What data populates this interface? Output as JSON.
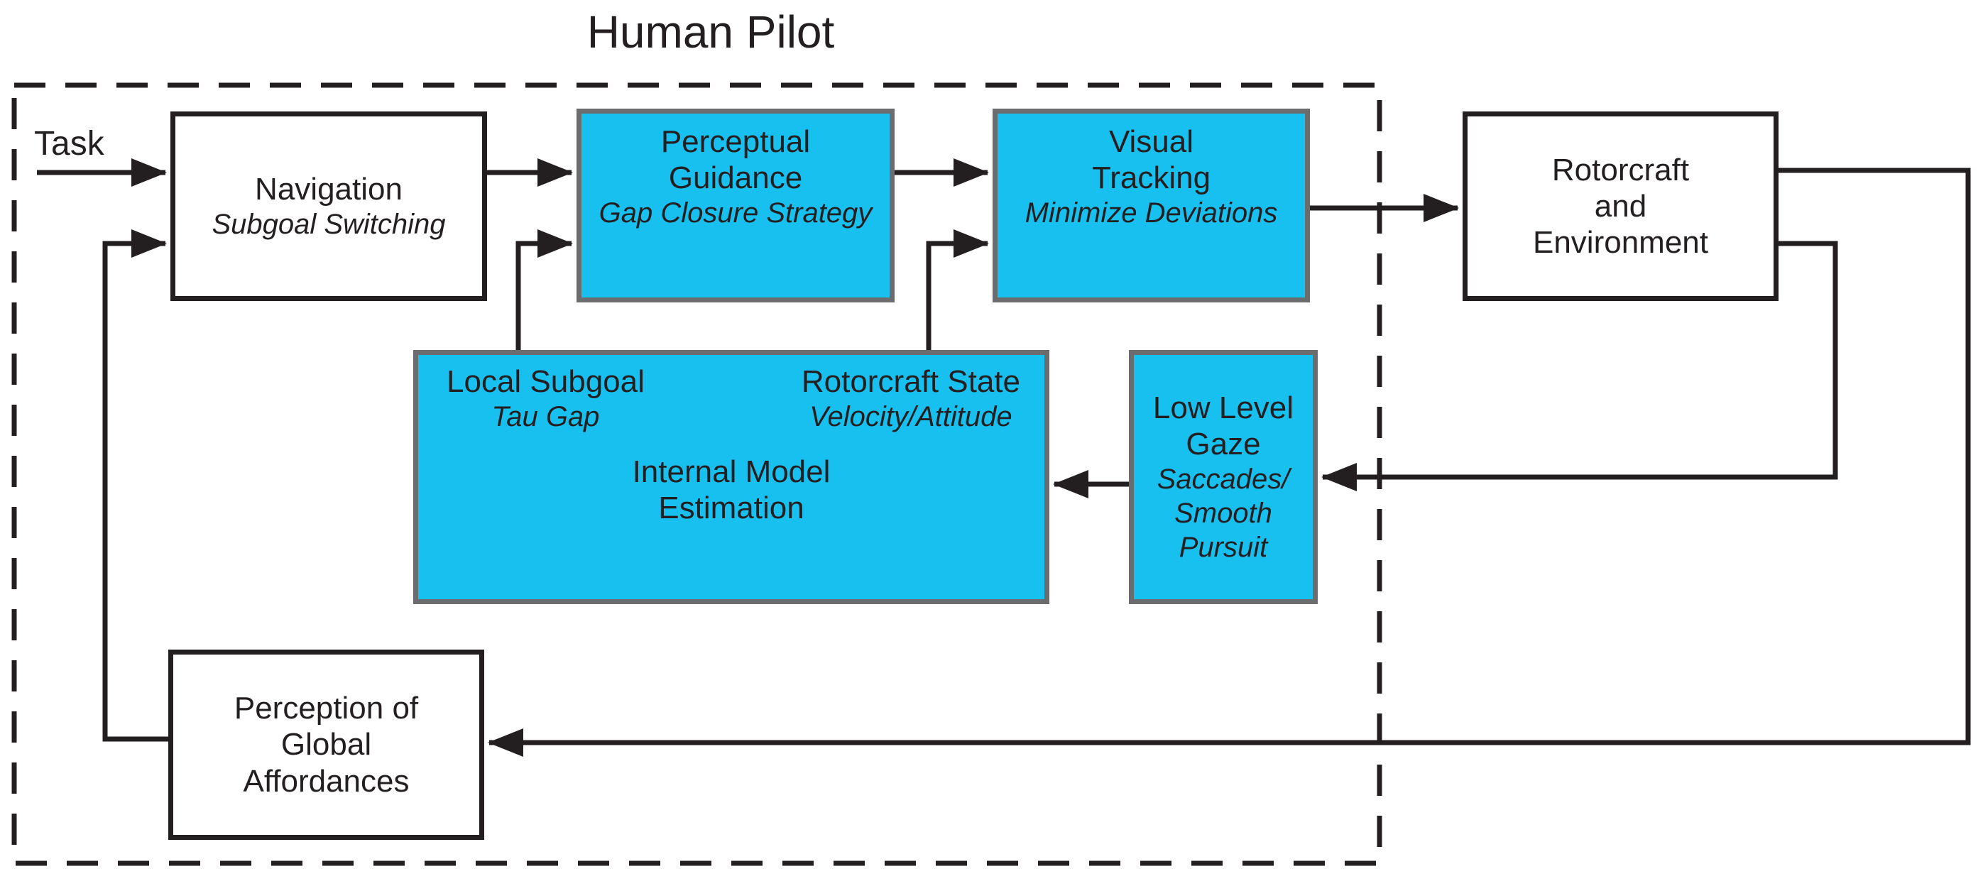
{
  "diagram": {
    "title": "Human Pilot",
    "input_label": "Task",
    "colors": {
      "box_fill_cyan": "#18C0EF",
      "box_border_gray": "#6A6C6E",
      "line_black": "#231F20",
      "background": "#FFFFFF"
    },
    "boxes": {
      "navigation": {
        "title": "Navigation",
        "subtitle": "Subgoal Switching"
      },
      "perceptual_guidance": {
        "title": "Perceptual\nGuidance",
        "subtitle": "Gap Closure Strategy"
      },
      "visual_tracking": {
        "title": "Visual\nTracking",
        "subtitle": "Minimize Deviations"
      },
      "rotorcraft_environment": {
        "title": "Rotorcraft\nand\nEnvironment"
      },
      "internal_model": {
        "title": "Internal Model\nEstimation",
        "local_subgoal": {
          "title": "Local Subgoal",
          "subtitle": "Tau Gap"
        },
        "rotorcraft_state": {
          "title": "Rotorcraft State",
          "subtitle": "Velocity/Attitude"
        }
      },
      "low_level_gaze": {
        "title": "Low Level\nGaze",
        "subtitle": "Saccades/\nSmooth\nPursuit"
      },
      "perception_global_affordances": {
        "title": "Perception of\nGlobal\nAffordances"
      }
    }
  }
}
